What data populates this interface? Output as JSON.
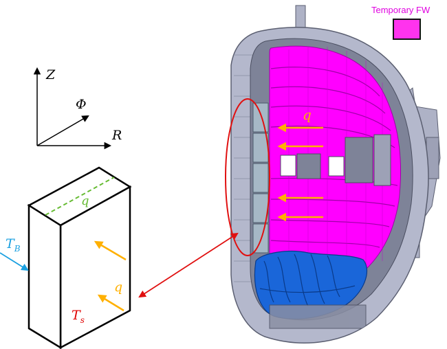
{
  "legend": {
    "label": "Temporary FW",
    "swatch_color": "#ff33ee",
    "label_color": "#e000e0"
  },
  "axes": {
    "z": "Z",
    "phi": "Φ",
    "r": "R"
  },
  "block": {
    "top_flux_label": "q",
    "side_flux_label": "q",
    "bulk_temp_label": "T",
    "bulk_temp_sub": "B",
    "surface_temp_label": "T",
    "surface_temp_sub": "s"
  },
  "vessel": {
    "flux_label": "q"
  },
  "colors": {
    "first_wall": "#ff00ff",
    "first_wall_dark": "#c300c8",
    "vessel_grey": "#b4b8cc",
    "vessel_dark": "#7e8398",
    "divertor_blue": "#1a66d9",
    "flux_arrow": "#ffb000",
    "highlight_red": "#e01010",
    "bulk_temp_color": "#1aa0e0",
    "surface_temp_color": "#e00000",
    "top_flux_color": "#66bb33"
  }
}
